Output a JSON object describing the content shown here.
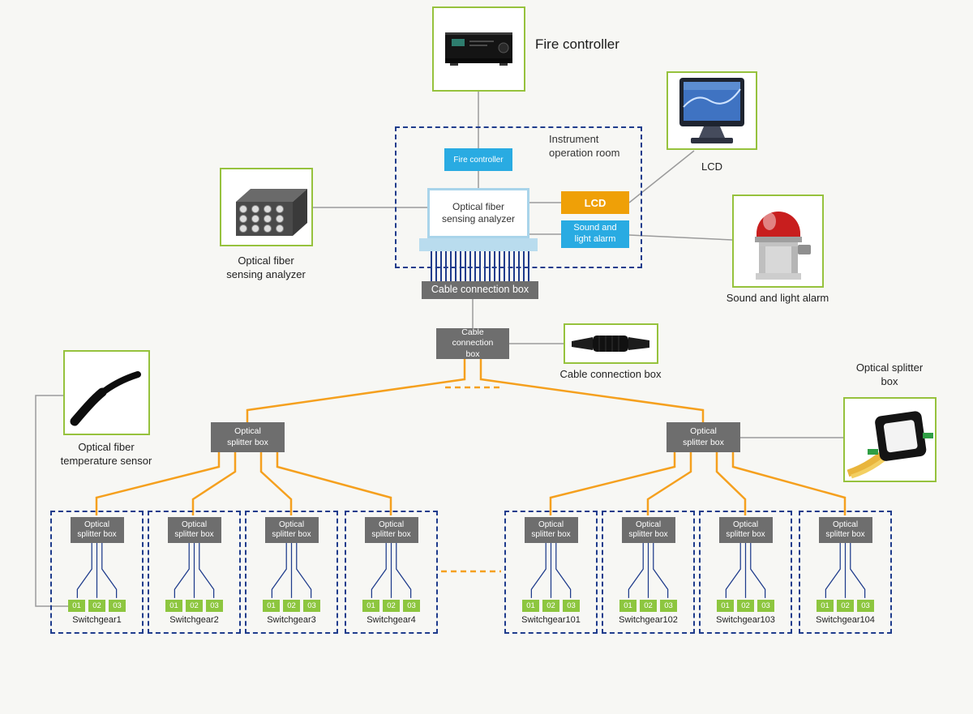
{
  "colors": {
    "background": "#F7F7F4",
    "fiber_orange": "#F5A01E",
    "accent_blue": "#29ABE2",
    "navy": "#1F3C8C",
    "photo_green_border": "#96C23D",
    "port_green": "#8DC63F",
    "label_gray": "#6E6E6E",
    "lcd_orange": "#EFA007"
  },
  "photos": {
    "fire_controller": {
      "caption": "Fire controller",
      "icon": "rack-device"
    },
    "analyzer": {
      "caption": "Optical fiber sensing analyzer",
      "icon": "connector-panel-device"
    },
    "lcd": {
      "caption": "LCD",
      "icon": "monitor"
    },
    "alarm": {
      "caption": "Sound and light alarm",
      "icon": "red-beacon"
    },
    "cable_connector": {
      "caption": "Cable connection box",
      "icon": "cable-joint"
    },
    "temp_sensor": {
      "caption": "Optical fiber temperature sensor",
      "icon": "fiber-curve"
    },
    "splitter": {
      "caption": "Optical splitter box",
      "icon": "splitter-device"
    }
  },
  "room": {
    "title": "Instrument operation room",
    "fire_controller": "Fire controller",
    "analyzer": "Optical fiber sensing analyzer",
    "lcd": "LCD",
    "alarm": "Sound and light alarm"
  },
  "nodes": {
    "cable_box_main": "Cable connection box",
    "cable_box_branch": "Cable connection box",
    "splitter_left": "Optical splitter box",
    "splitter_right": "Optical splitter box",
    "splitter_unit": "Optical splitter box"
  },
  "switchgears": [
    {
      "name": "Switchgear1",
      "ports": [
        "01",
        "02",
        "03"
      ]
    },
    {
      "name": "Switchgear2",
      "ports": [
        "01",
        "02",
        "03"
      ]
    },
    {
      "name": "Switchgear3",
      "ports": [
        "01",
        "02",
        "03"
      ]
    },
    {
      "name": "Switchgear4",
      "ports": [
        "01",
        "02",
        "03"
      ]
    },
    {
      "name": "Switchgear101",
      "ports": [
        "01",
        "02",
        "03"
      ]
    },
    {
      "name": "Switchgear102",
      "ports": [
        "01",
        "02",
        "03"
      ]
    },
    {
      "name": "Switchgear103",
      "ports": [
        "01",
        "02",
        "03"
      ]
    },
    {
      "name": "Switchgear104",
      "ports": [
        "01",
        "02",
        "03"
      ]
    }
  ]
}
